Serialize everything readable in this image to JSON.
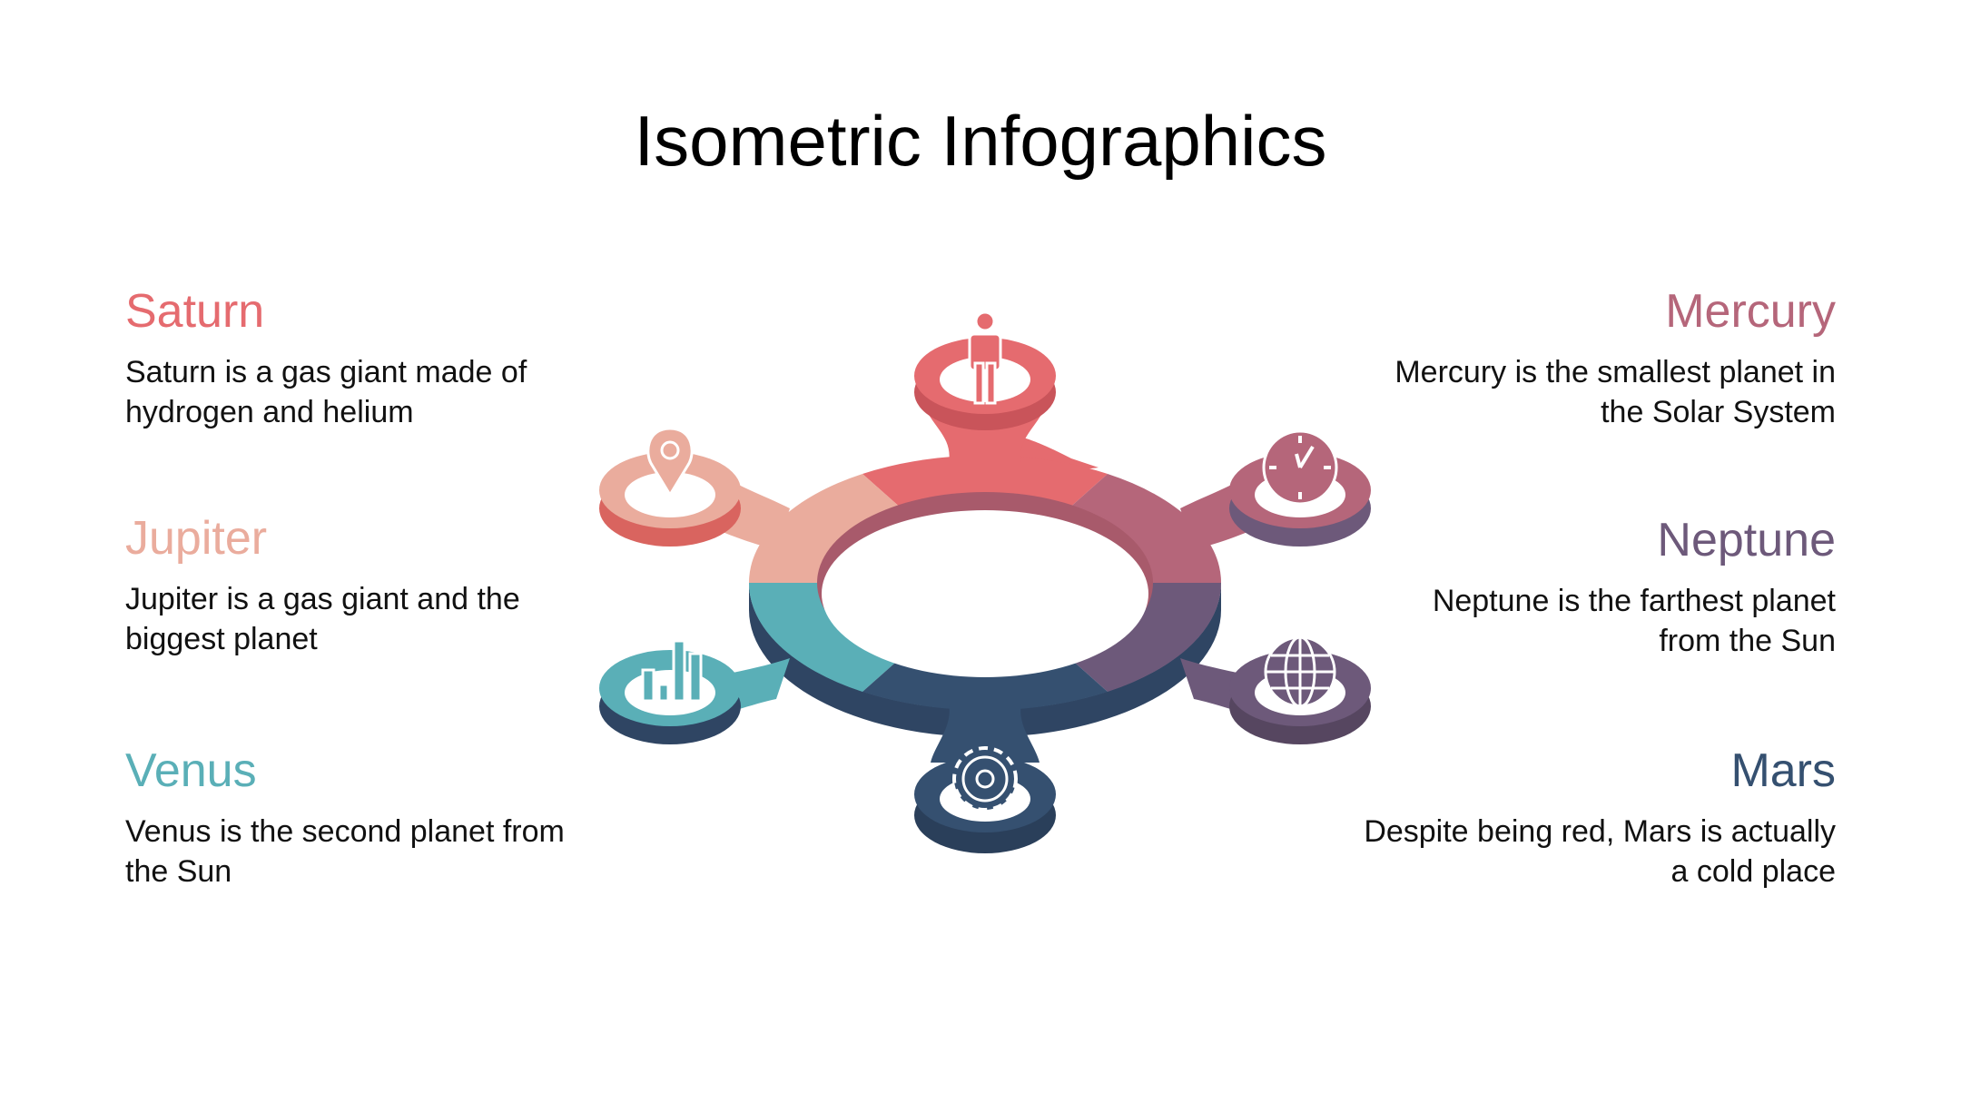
{
  "title": "Isometric Infographics",
  "colors": {
    "saturn": "#e56b6f",
    "jupiter": "#eaac9d",
    "venus": "#5aafb7",
    "mercury": "#b5667a",
    "neptune": "#6d597a",
    "mars": "#355070"
  },
  "left_items": [
    {
      "name": "Saturn",
      "description": "Saturn is a gas giant made of hydrogen and helium"
    },
    {
      "name": "Jupiter",
      "description": "Jupiter is a gas giant and the biggest planet"
    },
    {
      "name": "Venus",
      "description": "Venus is the second planet from the Sun"
    }
  ],
  "right_items": [
    {
      "name": "Mercury",
      "description": "Mercury is the smallest planet in the Solar System"
    },
    {
      "name": "Neptune",
      "description": "Neptune is the farthest planet from the Sun"
    },
    {
      "name": "Mars",
      "description": "Despite being red, Mars is actually a cold place"
    }
  ],
  "diagram_icons": [
    "person-icon",
    "location-pin-icon",
    "clock-icon",
    "bar-chart-icon",
    "globe-icon",
    "gear-icon"
  ]
}
